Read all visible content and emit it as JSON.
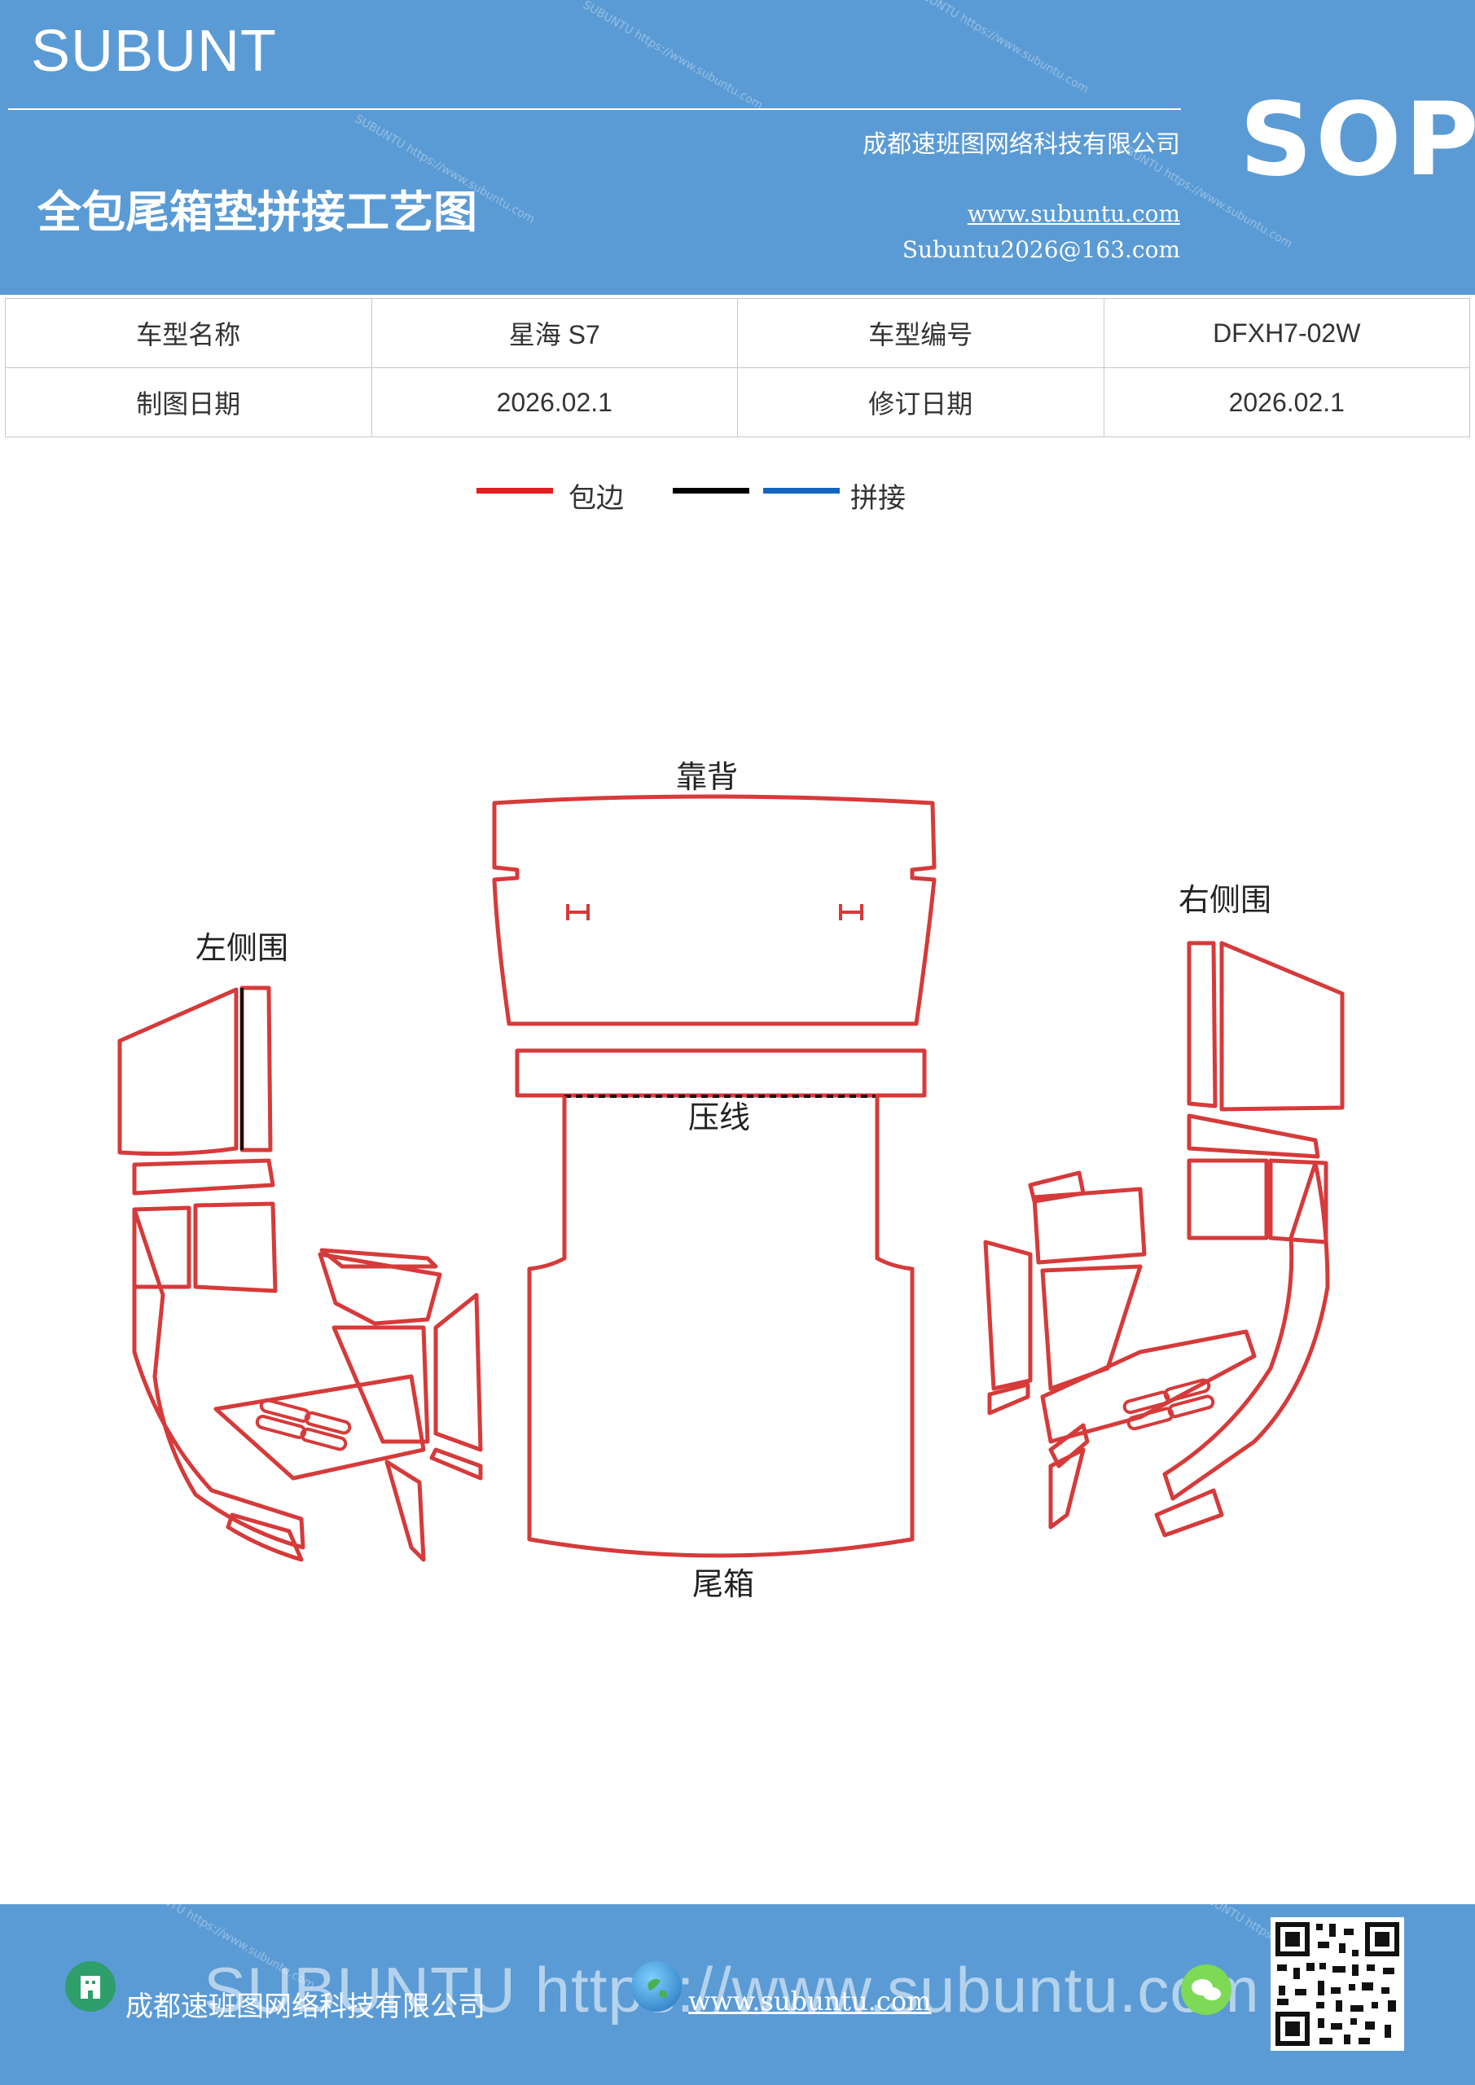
{
  "header": {
    "brand": "SUBUNT",
    "company": "成都速班图网络科技有限公司",
    "title": "全包尾箱垫拼接工艺图",
    "website": "www.subuntu.com",
    "email": "Subuntu2026@163.com",
    "badge": "SOP"
  },
  "info": {
    "rows": [
      [
        "车型名称",
        "星海 S7",
        "车型编号",
        "DFXH7-02W"
      ],
      [
        "制图日期",
        "2026.02.1",
        "修订日期",
        "2026.02.1"
      ]
    ]
  },
  "legend": [
    {
      "label": "包边",
      "color": "#e02020"
    },
    {
      "label": "",
      "color": "#000000"
    },
    {
      "label": "拼接",
      "color": "#1565c0"
    }
  ],
  "diagram": {
    "labels": {
      "backrest": "靠背",
      "left_side": "左侧围",
      "right_side": "右侧围",
      "press_line": "压线",
      "trunk": "尾箱"
    },
    "colors": {
      "edge": "#d63a3a",
      "seam": "#111111"
    }
  },
  "footer": {
    "company": "成都速班图网络科技有限公司",
    "website": "www.subuntu.com",
    "watermark": "SUBUNTU https://www.subuntu.com"
  }
}
